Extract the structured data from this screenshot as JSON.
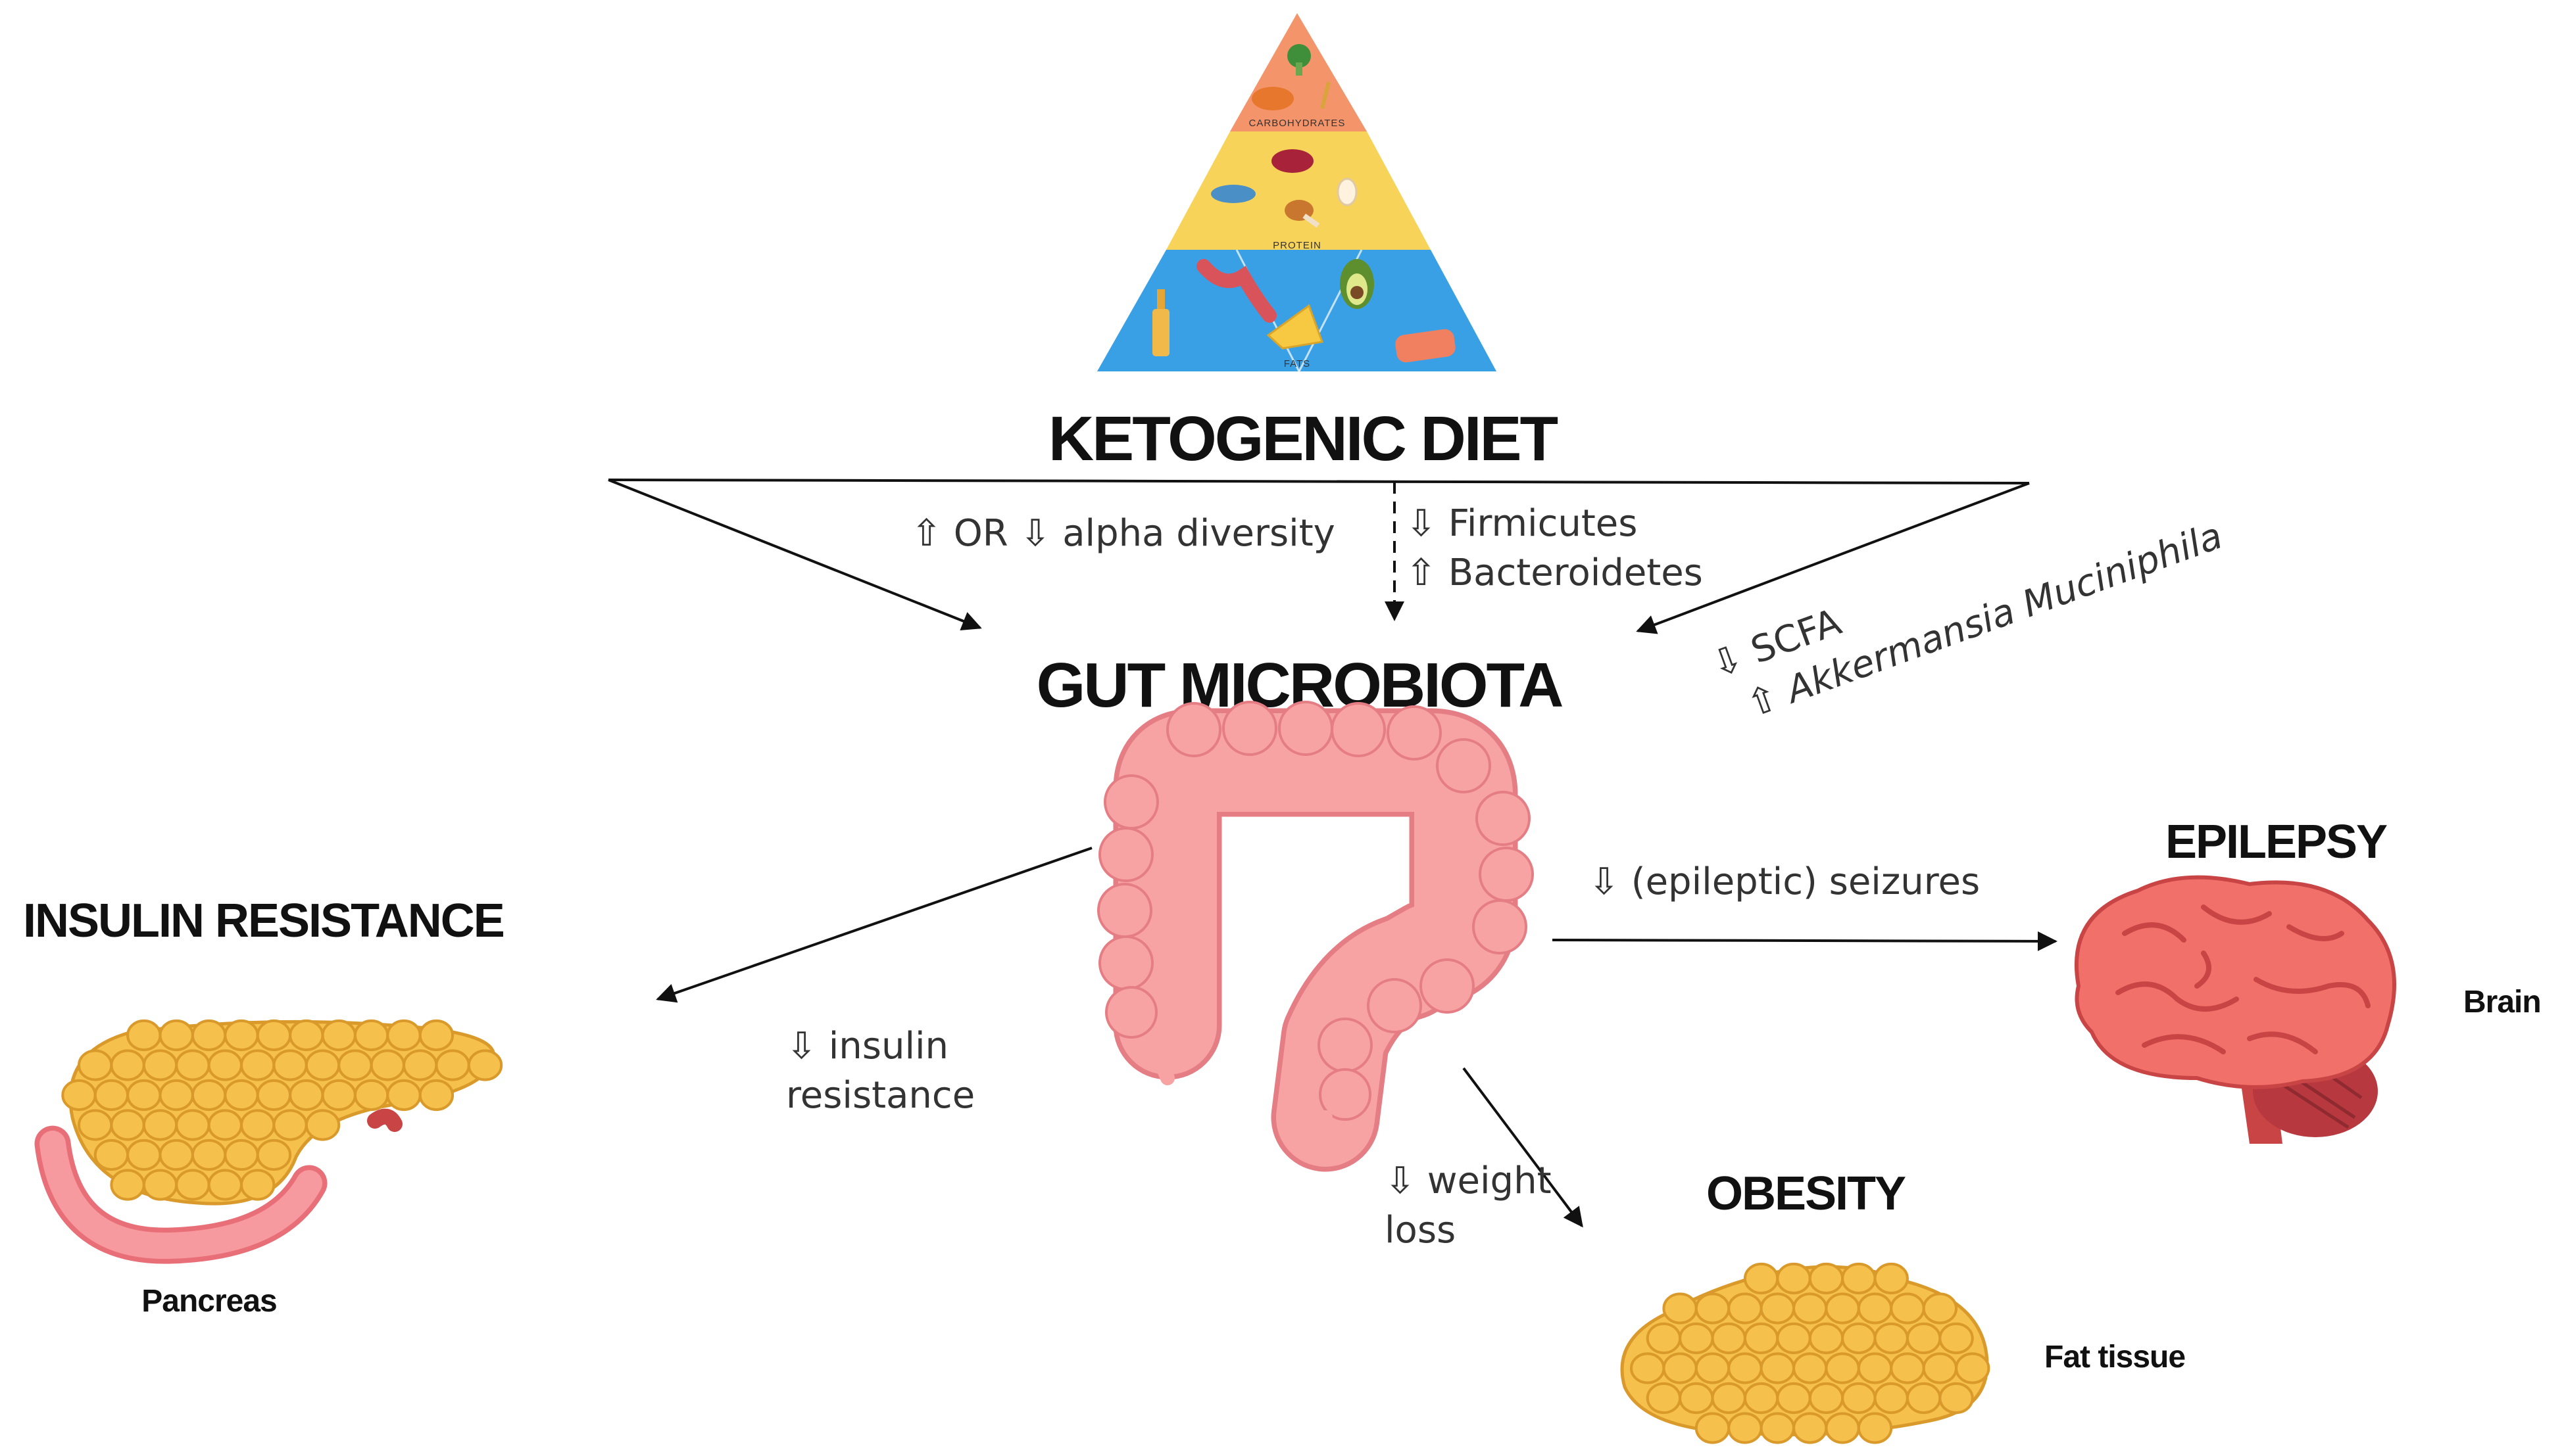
{
  "diagram": {
    "title_diet": "KETOGENIC DIET",
    "title_gut": "GUT MICROBIOTA",
    "pyramid": {
      "tiers": [
        {
          "label": "CARBOHYDRATES",
          "color": "#f4946a"
        },
        {
          "label": "PROTEIN",
          "color": "#f7d35a"
        },
        {
          "label": "FATS",
          "color": "#3aa0e6"
        }
      ]
    },
    "effects_top": {
      "alpha": "⇧ OR ⇩ alpha diversity",
      "firmicutes": "⇩ Firmicutes",
      "bacteroidetes": "⇧ Bacteroidetes",
      "scfa": "⇩ SCFA",
      "akkermansia": "⇧ Akkermansia Muciniphila"
    },
    "conditions": {
      "insulin": {
        "title": "INSULIN RESISTANCE",
        "effect_line1": "⇩ insulin",
        "effect_line2": "resistance",
        "organ": "Pancreas"
      },
      "epilepsy": {
        "title": "EPILEPSY",
        "effect": "⇩ (epileptic) seizures",
        "organ": "Brain"
      },
      "obesity": {
        "title": "OBESITY",
        "effect_line1": "⇩ weight",
        "effect_line2": "loss",
        "organ": "Fat tissue"
      }
    },
    "colors": {
      "fat_globule": "#f5c04c",
      "fat_globule_stroke": "#d99a2b",
      "intestine": "#f7a3a3",
      "intestine_stroke": "#e57d84",
      "brain": "#f2706a",
      "brain_dark": "#c94545"
    }
  }
}
